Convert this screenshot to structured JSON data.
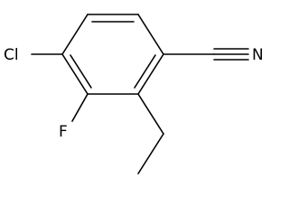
{
  "molecule": {
    "atoms": {
      "cl": "Cl",
      "f": "F",
      "n": "N"
    }
  },
  "colors": {
    "bond": "#000000",
    "label": "#000000",
    "background": "#ffffff"
  }
}
